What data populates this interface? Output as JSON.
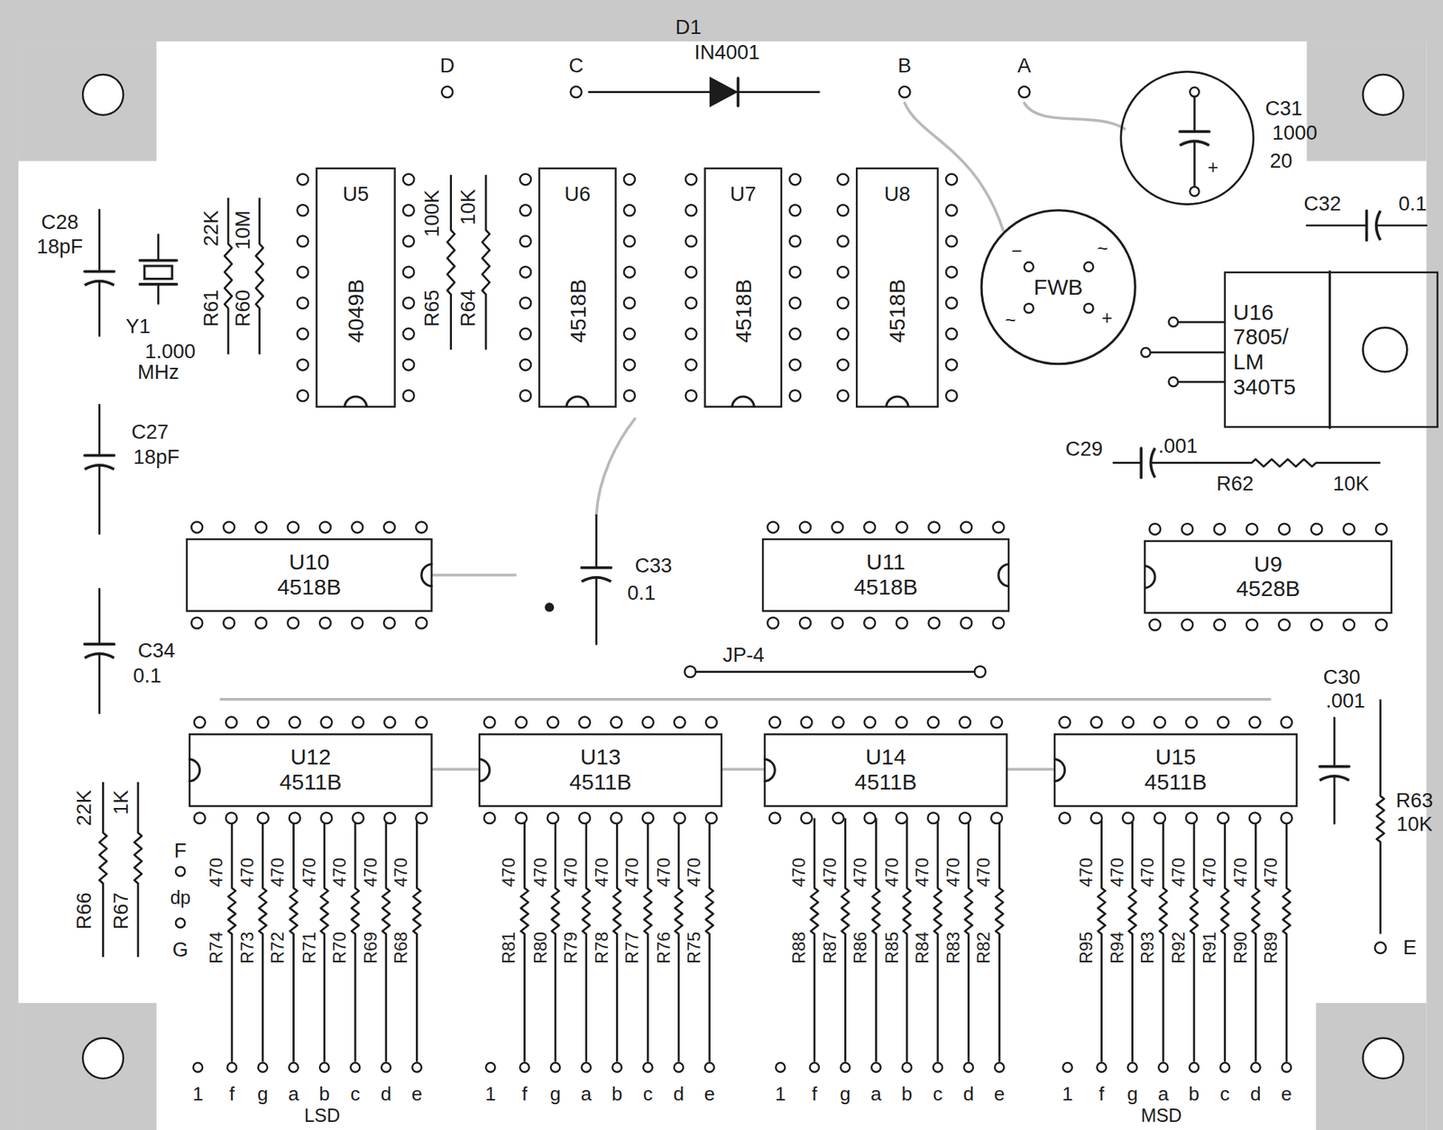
{
  "diagram": {
    "nodes": [
      {
        "text": [
          "U5",
          "4049B"
        ]
      },
      {
        "text": [
          "U6",
          "4518B"
        ]
      },
      {
        "text": [
          "U7",
          "4518B"
        ]
      },
      {
        "text": [
          "U8",
          "4518B"
        ]
      },
      {
        "text": [
          "FWB"
        ]
      },
      {
        "text": [
          "U16 7805/ LM 340T5"
        ]
      },
      {
        "text": [
          "U10",
          "4518B"
        ]
      },
      {
        "text": [
          "U11",
          "4518B"
        ]
      },
      {
        "text": [
          "U9",
          "4528B"
        ]
      },
      {
        "text": [
          "U12",
          "4511B"
        ]
      },
      {
        "text": [
          "U13",
          "4511B"
        ]
      },
      {
        "text": [
          "U14",
          "4511B"
        ]
      },
      {
        "text": [
          "U15",
          "4511B"
        ]
      }
    ],
    "labels": [
      "D",
      "C",
      "D1",
      "IN4001",
      "B",
      "A",
      "C28",
      "18pF",
      "Y1",
      "1.000",
      "MHz",
      "R61",
      "22K",
      "R60",
      "10M",
      "R65",
      "100K",
      "R64",
      "10K",
      "C27",
      "18pF",
      "C34",
      "0.1",
      "C33",
      "0.1",
      "C31",
      "1000",
      "20",
      "+",
      "C32",
      "0.1",
      "−",
      "~",
      "~",
      "+",
      "C29",
      ".001",
      "R62",
      "10K",
      "JP-4",
      "C30",
      ".001",
      "R63",
      "10K",
      "E",
      "R66",
      "22K",
      "R67",
      "1K",
      "F",
      "dp",
      "G",
      "LSD",
      "MSD",
      "470",
      "470",
      "470",
      "470",
      "470",
      "470",
      "470",
      "R74",
      "R73",
      "R72",
      "R71",
      "R70",
      "R69",
      "R68",
      "1",
      "f",
      "g",
      "a",
      "b",
      "c",
      "d",
      "e",
      "470",
      "470",
      "470",
      "470",
      "470",
      "470",
      "470",
      "R81",
      "R80",
      "R79",
      "R78",
      "R77",
      "R76",
      "R75",
      "1",
      "f",
      "g",
      "a",
      "b",
      "c",
      "d",
      "e",
      "470",
      "470",
      "470",
      "470",
      "470",
      "470",
      "470",
      "R88",
      "R87",
      "R86",
      "R85",
      "R84",
      "R83",
      "R82",
      "1",
      "f",
      "g",
      "a",
      "b",
      "c",
      "d",
      "e",
      "470",
      "470",
      "470",
      "470",
      "470",
      "470",
      "470",
      "R95",
      "R94",
      "R93",
      "R92",
      "R91",
      "R90",
      "R89",
      "1",
      "f",
      "g",
      "a",
      "b",
      "c",
      "d",
      "e"
    ]
  }
}
